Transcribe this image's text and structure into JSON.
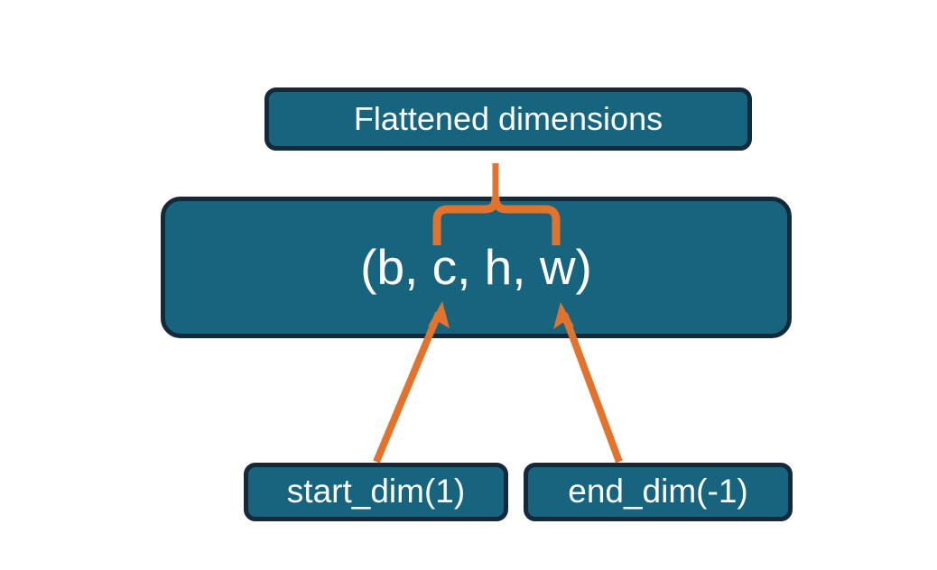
{
  "diagram": {
    "title_node": {
      "label": "Flattened dimensions",
      "name": "flattened-dimensions-box"
    },
    "shape_node": {
      "label": "(b, c, h, w)",
      "name": "tensor-shape-box"
    },
    "start_node": {
      "label": "start_dim(1)",
      "name": "start-dim-box"
    },
    "end_node": {
      "label": "end_dim(-1)",
      "name": "end-dim-box"
    },
    "annotations": {
      "brace": "curly-brace-spanning-c-h-w",
      "arrow_start": "arrow-from-start-dim-to-c",
      "arrow_end": "arrow-from-end-dim-to-w"
    },
    "colors": {
      "box_fill": "#17647F",
      "box_border": "#16293A",
      "box_text": "#FFFFFF",
      "accent_orange": "#E3722C",
      "background": "#FFFFFF"
    }
  }
}
